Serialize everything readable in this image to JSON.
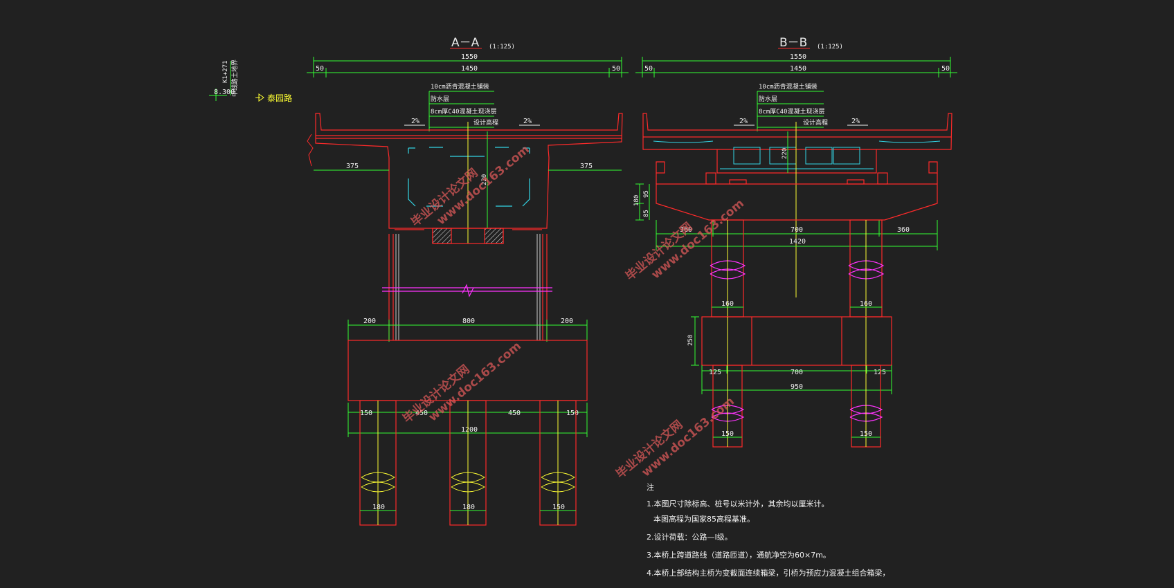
{
  "drawing": {
    "sections": {
      "aa": {
        "title": "A－A",
        "scale": "(1:125)"
      },
      "bb": {
        "title": "B－B",
        "scale": "(1:125)"
      }
    },
    "side": {
      "station": "K1+271",
      "station_sub": "中线路土地界",
      "elev": "8.300",
      "road_label": "泰园路"
    },
    "layers_aa": [
      "10cm沥青混凝土铺装",
      "防水层",
      "8cm厚C40混凝土现浇层",
      "设计高程"
    ],
    "layers_bb": [
      "10cm沥青混凝土铺装",
      "防水层",
      "8cm厚C40混凝土现浇层",
      "设计高程"
    ],
    "slope": "2%",
    "dims_aa": {
      "total": "1550",
      "inner": "1450",
      "edge_l": "50",
      "edge_r": "50",
      "cant_l": "375",
      "cant_r": "375",
      "cap_l": "200",
      "cap_m": "800",
      "cap_r": "200",
      "pile_a": "150",
      "pile_b": "450",
      "pile_c": "450",
      "pile_d": "150",
      "cap_total": "1200",
      "pile_d1": "180",
      "pile_d2": "180",
      "pile_d3": "150",
      "box_h": "220"
    },
    "dims_bb": {
      "total": "1550",
      "inner": "1450",
      "edge_l": "50",
      "edge_r": "50",
      "beam_h": "220",
      "cap_v1": "95",
      "cap_v2": "180",
      "cap_v3": "85",
      "cap_l": "360",
      "cap_m": "700",
      "cap_r": "360",
      "cap_total": "1420",
      "col_l": "160",
      "col_r": "160",
      "footing_h": "250",
      "ft_l": "125",
      "ft_m": "700",
      "ft_r": "125",
      "ft_total": "950",
      "pile_l": "150",
      "pile_r": "150"
    },
    "notes": {
      "heading": "注",
      "lines": [
        "1.本图尺寸除标高、桩号以米计外，其余均以厘米计。",
        "本图高程为国家85高程基准。",
        "2.设计荷载：公路—I级。",
        "3.本桥上跨道路线（道路匝道），通航净空为60×7m。",
        "4.本桥上部结构主桥为变截面连续箱梁，引桥为预应力混凝土组合箱梁，"
      ]
    },
    "watermark": {
      "cn": "毕业设计论文网",
      "url": "www.doc163.com"
    },
    "colors": {
      "bg": "#212121",
      "red": "#ff2a2a",
      "green": "#33ff33",
      "cyan": "#33d6e6",
      "yellow": "#ffff33",
      "magenta": "#ff33ff",
      "white": "#f2f2f2"
    }
  }
}
